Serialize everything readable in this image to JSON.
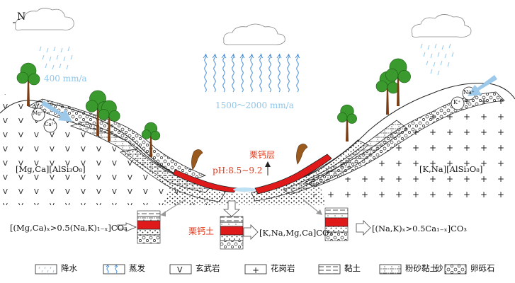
{
  "north_label": "N",
  "rain_left_label": "400 mm/a",
  "evaporation_label": "1500～2000 mm/a",
  "ion_mg": "Mg²⁺",
  "ion_ca": "Ca²⁺",
  "ion_na": "Na⁺",
  "ion_k": "K⁺",
  "basalt_mineral": "[Mg,Ca][AlSi₃O₈]",
  "granite_mineral": "[K,Na][AlSi₃O₈]",
  "calcrete_layer_label": "栗钙层",
  "ph_label": "pH:8.5~9.2",
  "calcrete_soil_label": "栗钙土",
  "carbonate_left": "[(Mg,Ca)ₓ>0.5(Na,K)₁₋ₓ]CO₃",
  "carbonate_center": "[K,Na,Mg,Ca]CO₃",
  "carbonate_right": "[(Na,K)ₓ>0.5Ca₁₋ₓ]CO₃",
  "colors": {
    "rain": "#8fc6ea",
    "calcrete": "#e01a1a",
    "tree_green": "#3a9a2e",
    "trunk": "#7a3c12",
    "arrow_blue": "#9cc8ea",
    "label_red": "#e03a1e"
  },
  "legend": [
    {
      "symbol": "rain",
      "label": "降水"
    },
    {
      "symbol": "evaporation",
      "label": "蒸发"
    },
    {
      "symbol": "basalt",
      "label": "玄武岩"
    },
    {
      "symbol": "granite",
      "label": "花岗岩"
    },
    {
      "symbol": "clay",
      "label": "黏土"
    },
    {
      "symbol": "silty-clay",
      "label": "粉砂黏土"
    },
    {
      "symbol": "sand",
      "label": "砂"
    },
    {
      "symbol": "gravel",
      "label": "卵砾石"
    }
  ]
}
